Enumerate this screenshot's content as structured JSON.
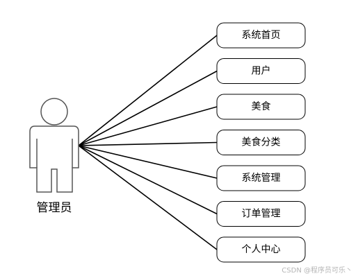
{
  "actor": {
    "label": "管理员",
    "icon": "person-icon"
  },
  "use_cases": [
    {
      "id": "home",
      "label": "系统首页"
    },
    {
      "id": "user",
      "label": "用户"
    },
    {
      "id": "food",
      "label": "美食"
    },
    {
      "id": "food-category",
      "label": "美食分类"
    },
    {
      "id": "system-management",
      "label": "系统管理"
    },
    {
      "id": "order-management",
      "label": "订单管理"
    },
    {
      "id": "personal-center",
      "label": "个人中心"
    }
  ],
  "watermark": "CSDN @程序员可乐丶",
  "colors": {
    "line": "#000000",
    "actor_outline": "#555555",
    "box_border": "#000000",
    "watermark": "#b5b5b5"
  }
}
